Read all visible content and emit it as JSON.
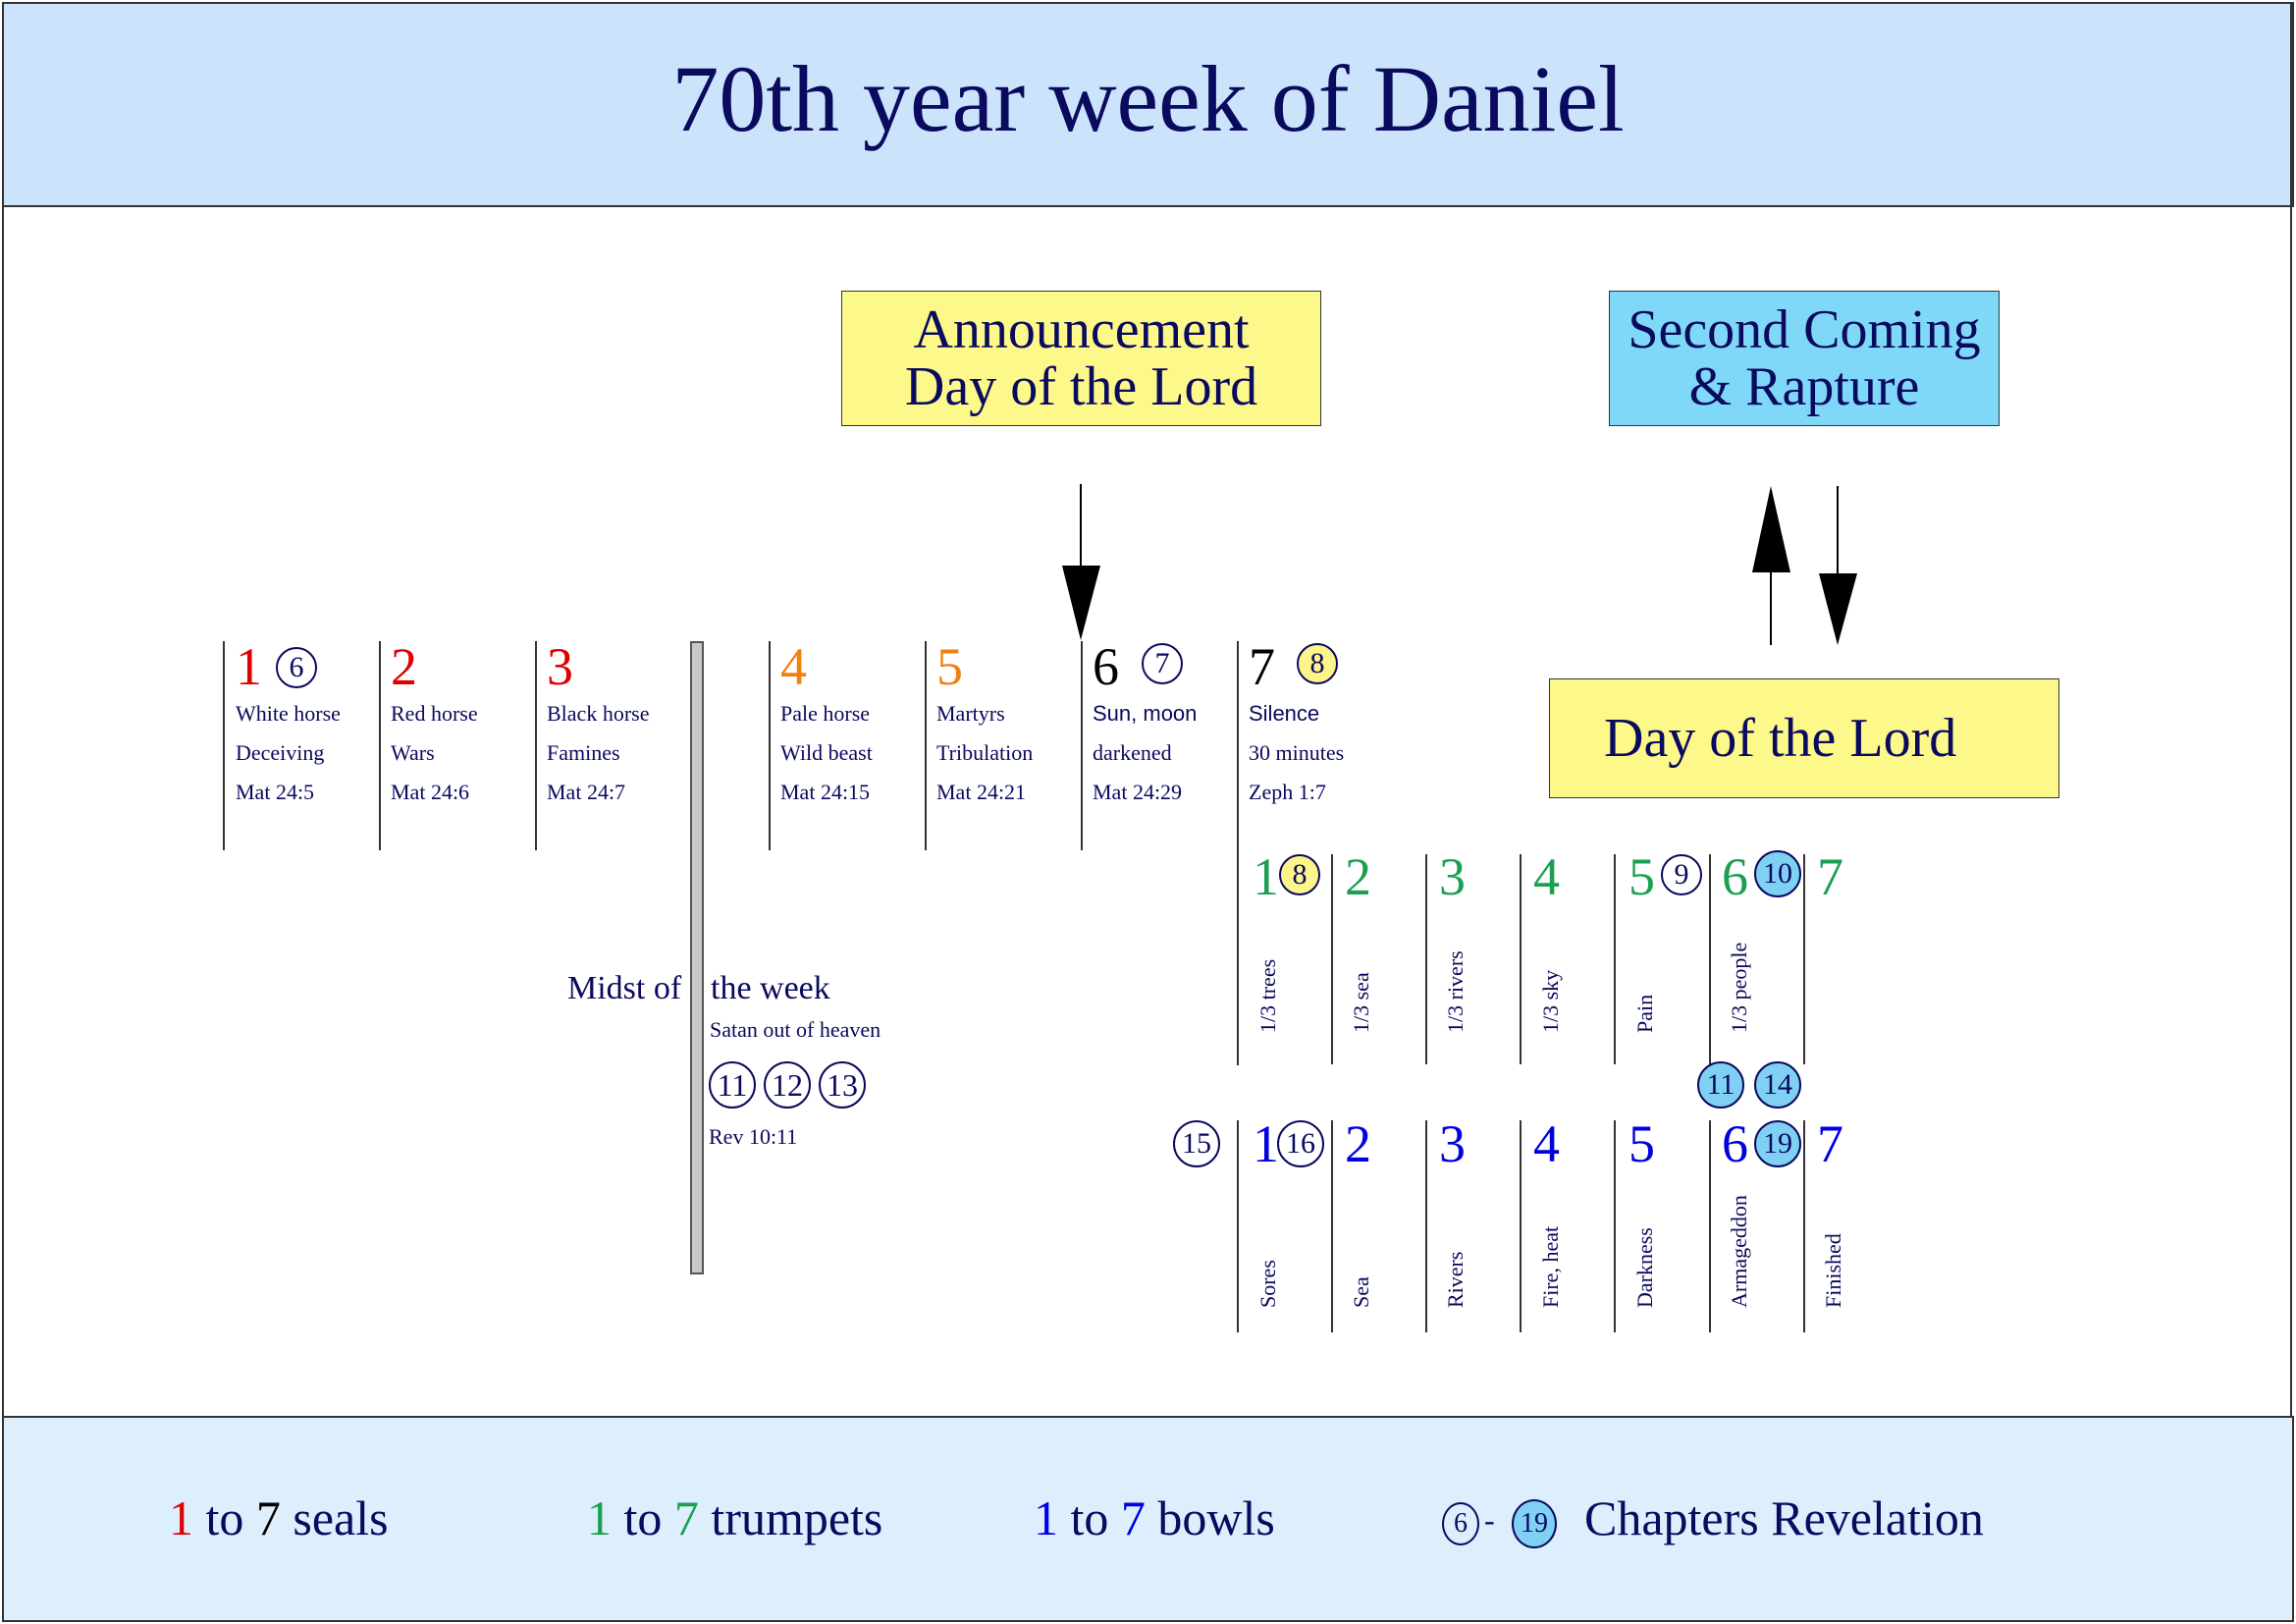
{
  "title": "70th year week of Daniel",
  "boxes": {
    "announcement": {
      "line1": "Announcement",
      "line2": "Day of the Lord",
      "color": "#fdf88a"
    },
    "second_coming": {
      "line1": "Second Coming",
      "line2": "& Rapture",
      "color": "#80d8f8"
    },
    "day_of_lord": {
      "label": "Day of the Lord",
      "color": "#fdf88a"
    }
  },
  "colors": {
    "seals_early": "#e00000",
    "seals_mid": "#f08010",
    "seals_late": "#000000",
    "trumpets": "#1aa050",
    "bowls": "#0000e0",
    "text": "#0a0a5e",
    "chapter_highlight": "#80d0f4",
    "chapter_yellow": "#fdf58a"
  },
  "seals": [
    {
      "num": "1",
      "chapter": "6",
      "l1": "White horse",
      "l2": "Deceiving",
      "l3": "Mat 24:5"
    },
    {
      "num": "2",
      "chapter": "",
      "l1": "Red horse",
      "l2": "Wars",
      "l3": "Mat 24:6"
    },
    {
      "num": "3",
      "chapter": "",
      "l1": "Black horse",
      "l2": "Famines",
      "l3": "Mat 24:7"
    },
    {
      "num": "4",
      "chapter": "",
      "l1": "Pale horse",
      "l2": "Wild beast",
      "l3": "Mat 24:15"
    },
    {
      "num": "5",
      "chapter": "",
      "l1": "Martyrs",
      "l2": "Tribulation",
      "l3": "Mat 24:21"
    },
    {
      "num": "6",
      "chapter": "7",
      "l1": "Sun, moon",
      "l2": "darkened",
      "l3": "Mat 24:29"
    },
    {
      "num": "7",
      "chapter": "8",
      "l1": "Silence",
      "l2": "30 minutes",
      "l3": "Zeph 1:7"
    }
  ],
  "midst": {
    "left": "Midst of",
    "right": "the week",
    "sub": "Satan out of heaven",
    "chapters": [
      "11",
      "12",
      "13"
    ],
    "ref": "Rev 10:11"
  },
  "trumpets": [
    {
      "num": "1",
      "chapter": "8",
      "label": "1/3 trees"
    },
    {
      "num": "2",
      "chapter": "",
      "label": "1/3 sea"
    },
    {
      "num": "3",
      "chapter": "",
      "label": "1/3 rivers"
    },
    {
      "num": "4",
      "chapter": "",
      "label": "1/3 sky"
    },
    {
      "num": "5",
      "chapter": "9",
      "label": "Pain"
    },
    {
      "num": "6",
      "chapter": "10",
      "label": "1/3 people"
    },
    {
      "num": "7",
      "chapter": "",
      "label": ""
    }
  ],
  "between_chapters": [
    "11",
    "14"
  ],
  "bowls_pre_chapter": "15",
  "bowls": [
    {
      "num": "1",
      "chapter": "16",
      "label": "Sores"
    },
    {
      "num": "2",
      "chapter": "",
      "label": "Sea"
    },
    {
      "num": "3",
      "chapter": "",
      "label": "Rivers"
    },
    {
      "num": "4",
      "chapter": "",
      "label": "Fire, heat"
    },
    {
      "num": "5",
      "chapter": "",
      "label": "Darkness"
    },
    {
      "num": "6",
      "chapter": "19",
      "label": "Armageddon"
    },
    {
      "num": "7",
      "chapter": "",
      "label": "Finished"
    }
  ],
  "legend": {
    "seals": {
      "from": "1",
      "to_word": "to",
      "to": "7",
      "label": "seals"
    },
    "trumpets": {
      "from": "1",
      "to_word": "to",
      "to": "7",
      "label": "trumpets"
    },
    "bowls": {
      "from": "1",
      "to_word": "to",
      "to": "7",
      "label": "bowls"
    },
    "chapters": {
      "from": "6",
      "dash": "-",
      "to": "19",
      "label": "Chapters Revelation"
    }
  }
}
